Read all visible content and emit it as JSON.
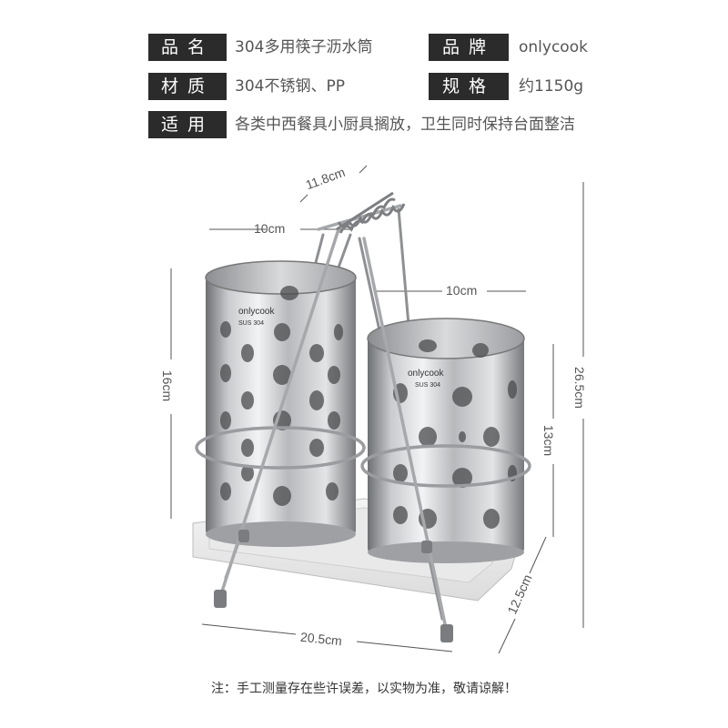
{
  "specs": [
    {
      "label": "品名",
      "value": "304多用筷子沥水筒"
    },
    {
      "label": "品牌",
      "value": "onlycook"
    },
    {
      "label": "材质",
      "value": "304不锈钢、PP"
    },
    {
      "label": "规格",
      "value": "约1150g"
    },
    {
      "label": "适用",
      "value": "各类中西餐具小厨具搁放，卫生同时保持台面整洁"
    }
  ],
  "dimensions": {
    "top_depth": "11.8cm",
    "left_cup_diameter": "10cm",
    "right_cup_diameter": "10cm",
    "left_cup_height": "16cm",
    "right_cup_height": "13cm",
    "total_height": "26.5cm",
    "base_width": "20.5cm",
    "base_depth": "12.5cm"
  },
  "product": {
    "left_cup_brand": "onlycook",
    "left_cup_material": "SUS 304",
    "right_cup_brand": "onlycook",
    "right_cup_material": "SUS 304"
  },
  "note": "注：手工测量存在些许误差，以实物为准，敬请谅解！"
}
